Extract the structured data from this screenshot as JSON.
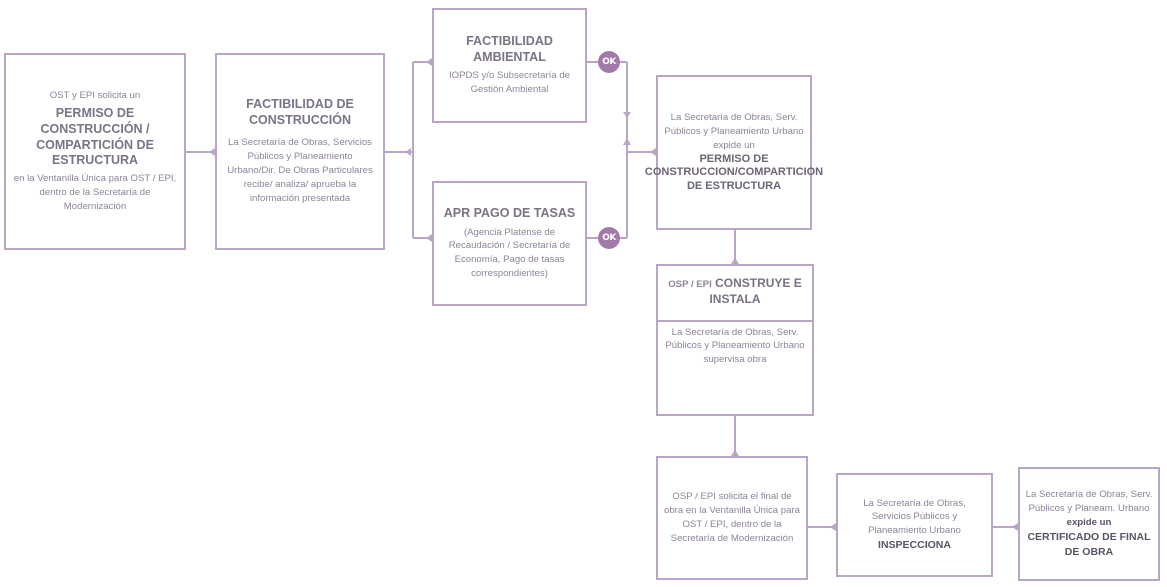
{
  "boxes": {
    "solicita": {
      "intro": "OST y EPI solicita un",
      "title": "PERMISO DE CONSTRUCCIÓN / COMPARTICIÓN DE ESTRUCTURA",
      "outro": "en la Ventanilla Única para OST / EPI, dentro de la Secretaría de Modernización"
    },
    "factibilidad_construccion": {
      "title": "FACTIBILIDAD DE CONSTRUCCIÓN",
      "body": "La Secretaría de Obras, Servicios Públicos y Planeamiento Urbano/Dir. De Obras Particulares recibe/ analiza/ aprueba la información presentada"
    },
    "factibilidad_ambiental": {
      "title": "FACTIBILIDAD AMBIENTAL",
      "body": "IOPDS y/o Subsecretaría de Gestión Ambiental"
    },
    "apr_pago": {
      "title": "APR PAGO DE TASAS",
      "body": "(Agencia Platense de Recaudación / Secretaría de Economía, Pago de tasas correspondientes)"
    },
    "expide_permiso": {
      "intro": "La Secretaría de Obras, Serv. Públicos y Planeamiento Urbano expide un",
      "title": "PERMISO DE CONSTRUCCION/COMPARTICION DE ESTRUCTURA"
    },
    "construye": {
      "prefix": "OSP / EPI",
      "title": "CONSTRUYE E INSTALA",
      "body": "La Secretaría de Obras, Serv. Públicos y Planeamiento Urbano supervisa obra"
    },
    "solicita_final": {
      "body": "OSP / EPI solicita el final de obra en la Ventanilla Única para OST / EPI, dentro de la Secretaría de Modernización"
    },
    "inspecciona": {
      "intro": "La Secretaría de Obras, Servicios Públicos y Planeamiento Urbano",
      "title": "INSPECCIONA"
    },
    "certificado": {
      "intro": "La Secretaría de Obras, Serv. Públicos y Planeam. Urbano",
      "verb": "expide un",
      "title": "CERTIFICADO DE FINAL DE OBRA"
    }
  },
  "badges": {
    "ok_top": "OK",
    "ok_bottom": "OK"
  },
  "colors": {
    "border": "#b9a6c6",
    "line": "#b9a6c6",
    "badge": "#a07aa9"
  }
}
